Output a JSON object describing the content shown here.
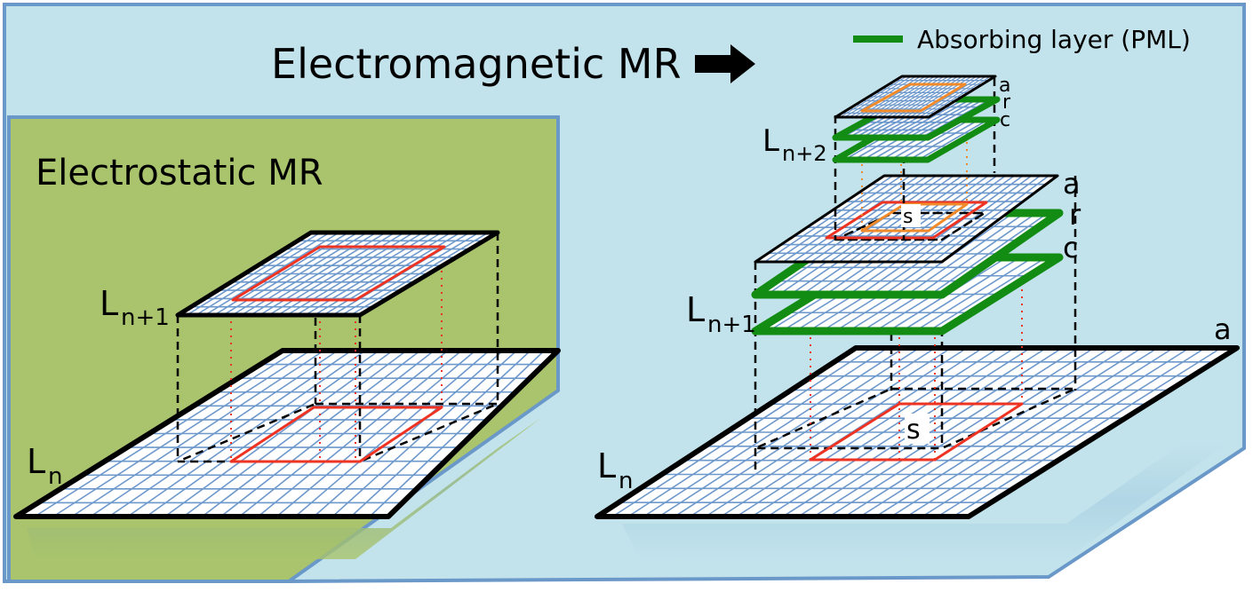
{
  "titles": {
    "electromagnetic": "Electromagnetic MR",
    "electrostatic": "Electrostatic MR"
  },
  "legend": {
    "label": "Absorbing layer (PML)",
    "color": "#128c12"
  },
  "colors": {
    "em_panel": "#c2e3ec",
    "es_panel": "#a9c46c",
    "panel_border": "#6a98c8",
    "grid_line": "#6d98cc",
    "source_region": "#ee3322",
    "inner_source": "#f08a2a",
    "pml": "#128c12"
  },
  "electrostatic": {
    "levels": [
      {
        "name": "L",
        "sub": "n"
      },
      {
        "name": "L",
        "sub": "n+1"
      }
    ]
  },
  "electromagnetic": {
    "levels": [
      {
        "name": "L",
        "sub": "n"
      },
      {
        "name": "L",
        "sub": "n+1"
      },
      {
        "name": "L",
        "sub": "n+2"
      }
    ],
    "plate_labels": {
      "a": "a",
      "r": "r",
      "c": "c",
      "s": "s"
    }
  }
}
